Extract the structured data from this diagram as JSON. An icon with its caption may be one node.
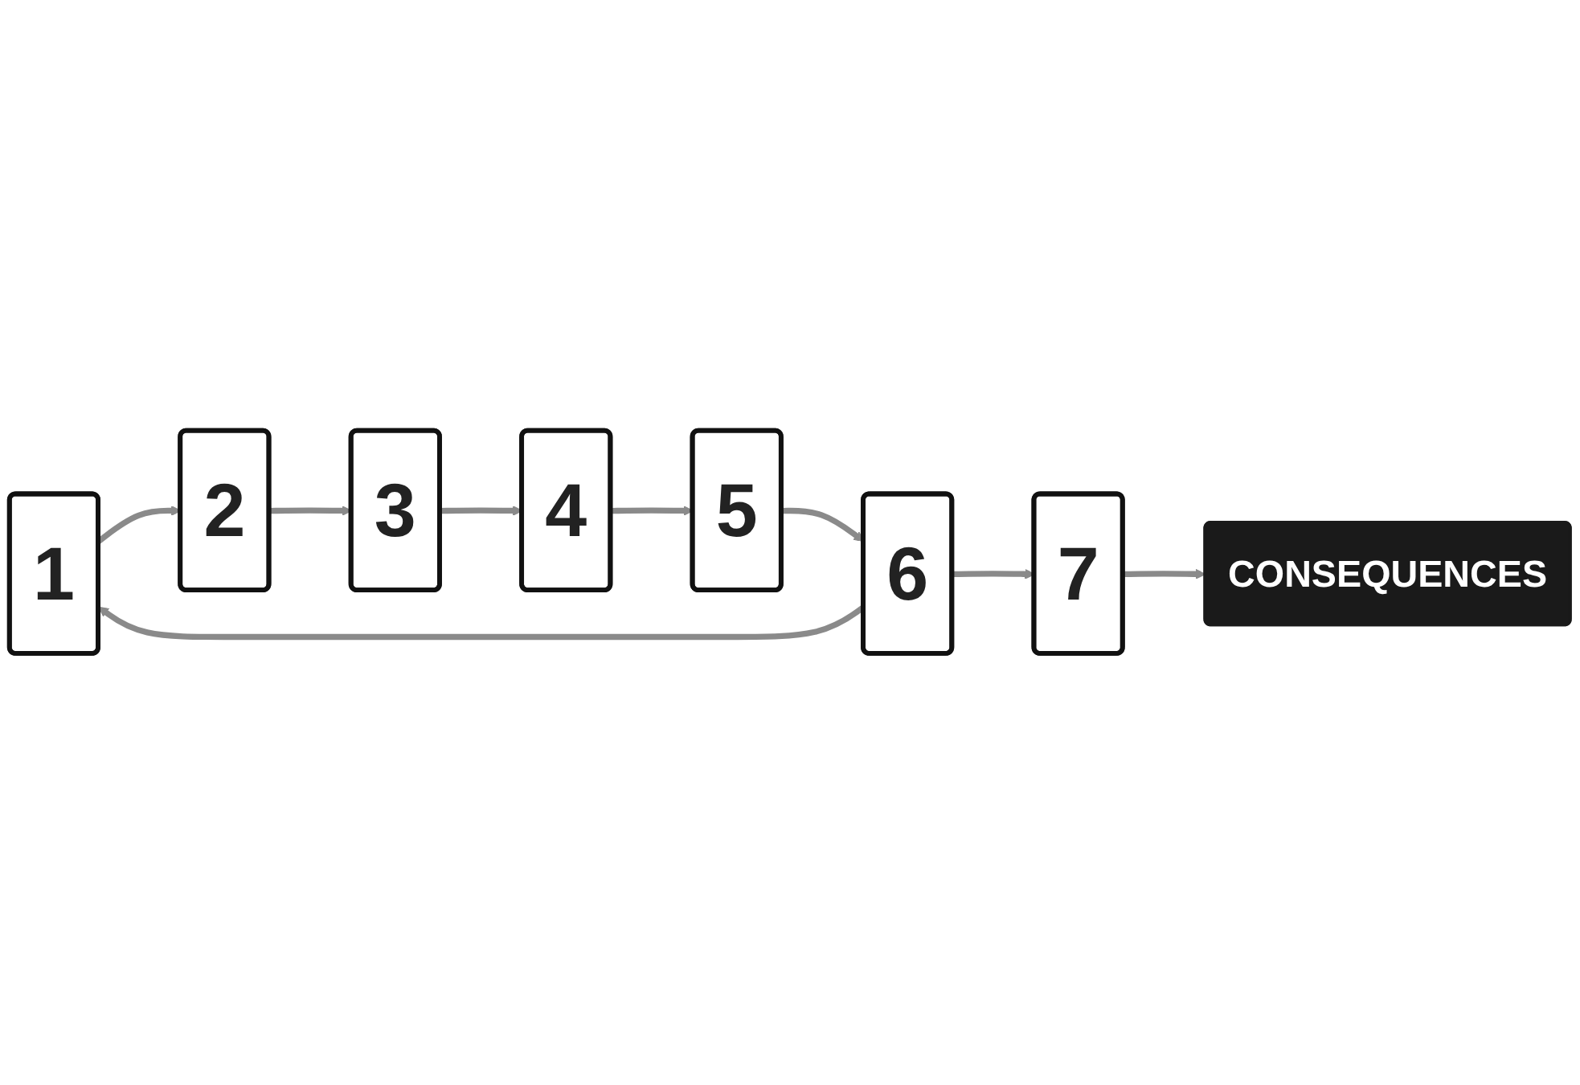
{
  "diagram": {
    "nodes": [
      {
        "text": [
          "1"
        ]
      },
      {
        "text": [
          "2"
        ]
      },
      {
        "text": [
          "3"
        ]
      },
      {
        "text": [
          "4"
        ]
      },
      {
        "text": [
          "5"
        ]
      },
      {
        "text": [
          "6"
        ]
      },
      {
        "text": [
          "7"
        ]
      },
      {
        "text": [
          "CONSEQUENCES"
        ]
      }
    ],
    "edges": [
      {
        "from": 0,
        "to": 1,
        "arrow": "to"
      },
      {
        "from": 1,
        "to": 2,
        "arrow": "to"
      },
      {
        "from": 2,
        "to": 3,
        "arrow": "to"
      },
      {
        "from": 3,
        "to": 4,
        "arrow": "to"
      },
      {
        "from": 4,
        "to": 5,
        "arrow": "to"
      },
      {
        "from": 5,
        "to": 0,
        "arrow": "to"
      },
      {
        "from": 5,
        "to": 6,
        "arrow": "to"
      },
      {
        "from": 6,
        "to": 7,
        "arrow": "to"
      }
    ]
  }
}
